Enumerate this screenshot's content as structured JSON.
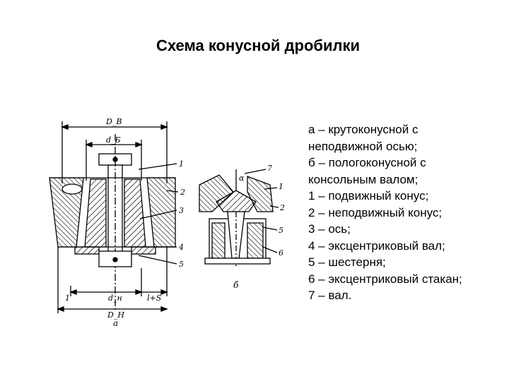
{
  "title": "Схема конусной дробилки",
  "legend": [
    "а – крутоконусной с",
    "неподвижной осью;",
    "б – пологоконусной с",
    "консольным валом;",
    "1 – подвижный конус;",
    "2 – неподвижный конус;",
    "3 – ось;",
    "4 – эксцентриковый вал;",
    "5 – шестерня;",
    "6 – эксцентриковый стакан;",
    "7 – вал."
  ],
  "figure_a": {
    "caption": "а",
    "dim_top": "D_B",
    "dim_sub": "d_Б",
    "dim_bottom1": "d_н",
    "dim_bottom2": "D_Н",
    "dim_side": "l+S",
    "left_mark": "1",
    "callouts": [
      "1",
      "2",
      "3",
      "4",
      "5"
    ]
  },
  "figure_b": {
    "caption": "б",
    "alpha": "α",
    "callouts": [
      "7",
      "1",
      "2",
      "5",
      "6"
    ]
  }
}
